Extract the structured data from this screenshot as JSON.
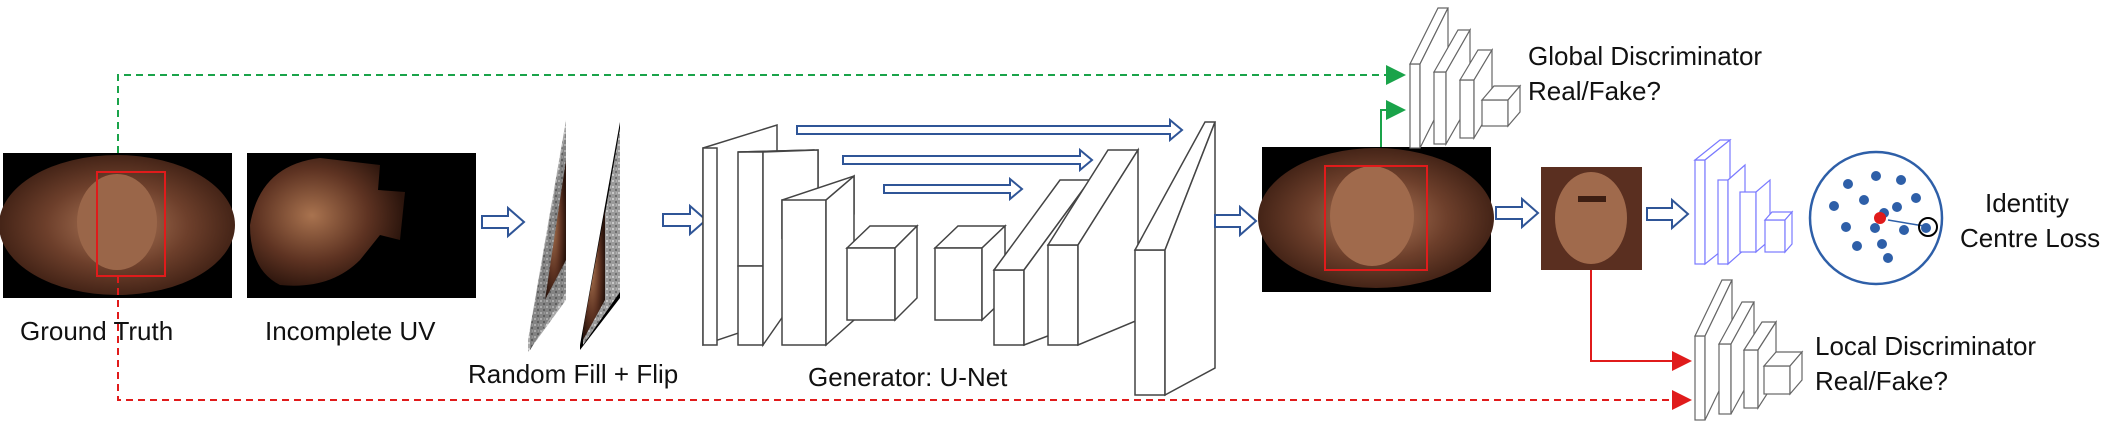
{
  "labels": {
    "ground_truth": "Ground Truth",
    "incomplete_uv": "Incomplete UV",
    "random_fill_flip": "Random Fill + Flip",
    "generator": "Generator: U-Net",
    "global_disc_line1": "Global Discriminator",
    "global_disc_line2": "Real/Fake?",
    "local_disc_line1": "Local Discriminator",
    "local_disc_line2": "Real/Fake?",
    "identity_line1": "Identity",
    "identity_line2": "Centre Loss"
  },
  "colors": {
    "global_path": "#1aa34a",
    "local_path": "#e01b1b",
    "arrow_blue": "#2f5597",
    "face_box": "#e01b1b",
    "identity_points": "#2e5fa8",
    "identity_centre": "#e01b1b"
  },
  "icons": [
    "face-uv-image",
    "face-crop-image",
    "block-arrow-icon",
    "identity-cluster-icon"
  ]
}
